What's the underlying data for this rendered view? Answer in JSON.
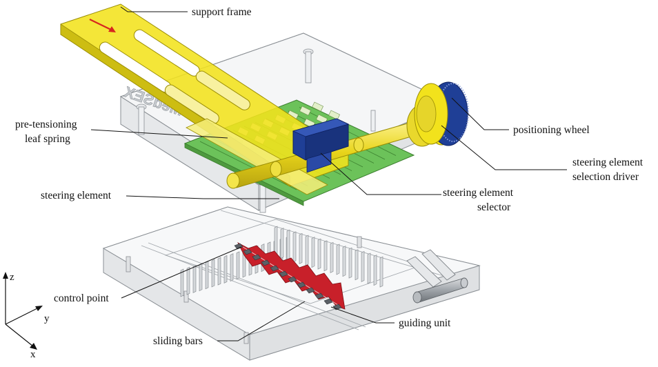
{
  "labels": {
    "support_frame": "support frame",
    "pretensioning_line1": "pre-tensioning",
    "pretensioning_line2": "leaf spring",
    "steering_element": "steering element",
    "positioning_wheel": "positioning wheel",
    "selection_driver_line1": "steering element",
    "selection_driver_line2": "selection driver",
    "selector_line1": "steering element",
    "selector_line2": "selector",
    "control_point": "control point",
    "guiding_unit": "guiding unit",
    "sliding_bars": "sliding bars",
    "engraving": "MedSEX"
  },
  "axes": {
    "z": "z",
    "y": "y",
    "x": "x"
  },
  "colors": {
    "frame_yellow": "#f2e21c",
    "pcb_green": "#6cc25a",
    "selector_blue": "#1f3f96",
    "guide_red": "#c8202a",
    "housing_gray": "#9aa0a6"
  }
}
